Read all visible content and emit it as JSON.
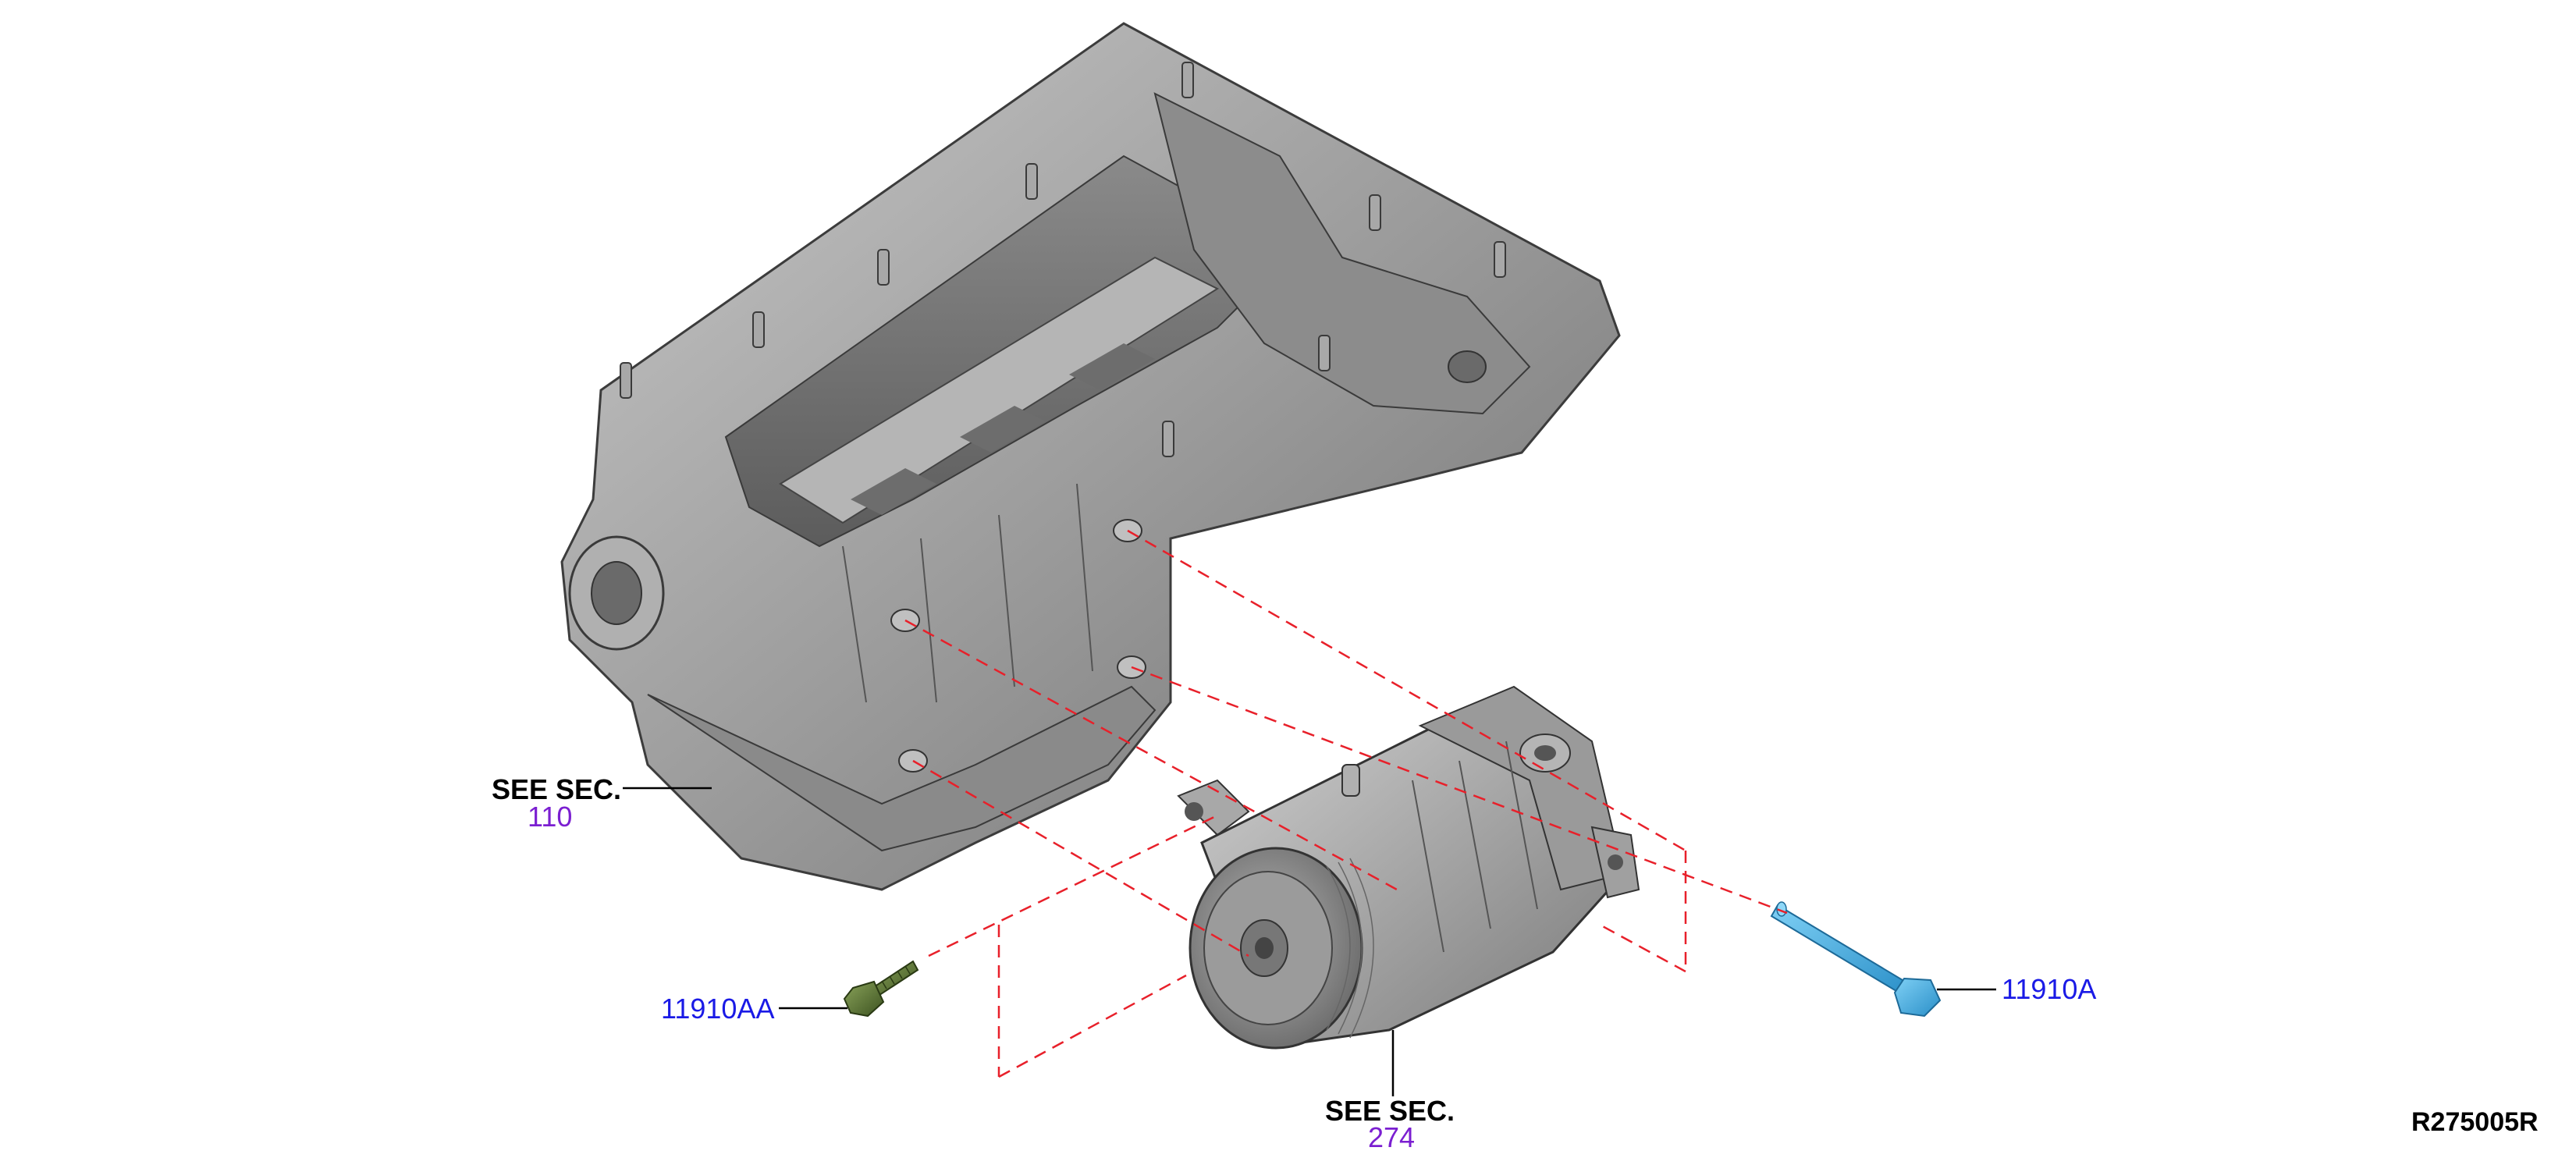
{
  "diagram": {
    "reference_code": "R275005R",
    "colors": {
      "see_section_text": "#000000",
      "section_number": "#7b1fd1",
      "part_number": "#1a1ae6",
      "alignment_lines": "#e8202a",
      "highlight_bolt_blue": "#3aa8e0",
      "highlight_bolt_green": "#4f6a2a",
      "component_gray": "#9a9a9a"
    },
    "callouts": {
      "oil_pan": {
        "see_label": "SEE SEC.",
        "section": "110"
      },
      "compressor": {
        "see_label": "SEE SEC.",
        "section": "274"
      },
      "bolt_short": {
        "part_number": "11910AA"
      },
      "bolt_long": {
        "part_number": "11910A"
      }
    }
  }
}
